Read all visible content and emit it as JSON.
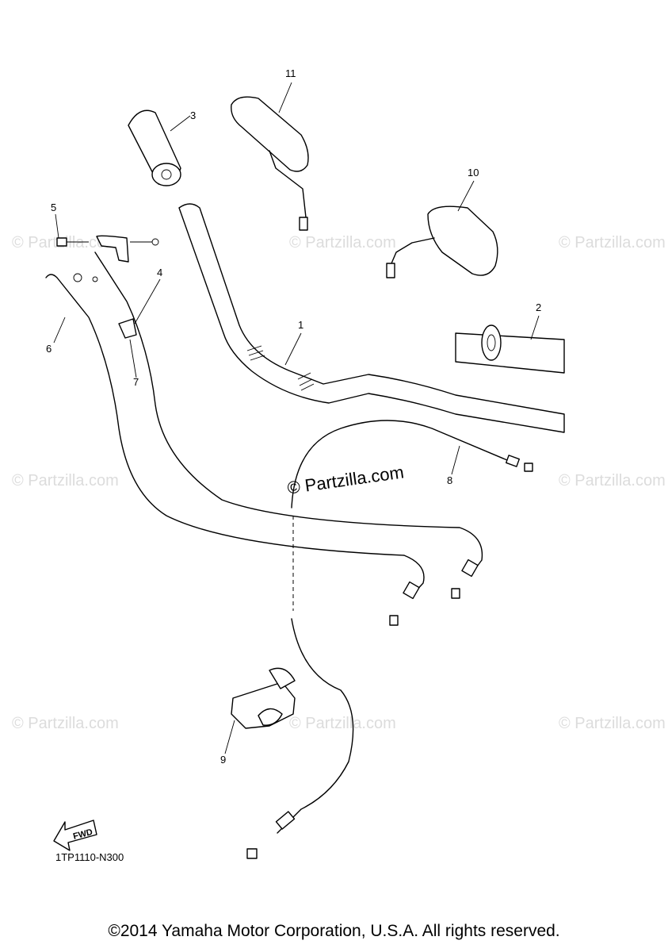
{
  "watermark": {
    "main": "© Partzilla.com",
    "tile": "© Partzilla.com"
  },
  "callouts": {
    "p1": "1",
    "p2": "2",
    "p3": "3",
    "p4": "4",
    "p5": "5",
    "p6": "6",
    "p7": "7",
    "p8": "8",
    "p9": "9",
    "p10": "10",
    "p11": "11"
  },
  "fwd_label": "FWD",
  "diagram_code": "1TP1110-N300",
  "copyright": "©2014 Yamaha Motor Corporation, U.S.A. All rights reserved."
}
